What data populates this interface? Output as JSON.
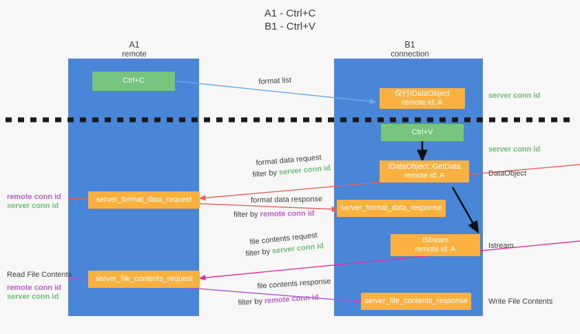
{
  "title": {
    "line1": "A1 - Ctrl+C",
    "line2": "B1 - Ctrl+V"
  },
  "lanes": [
    {
      "id": "a1",
      "name": "A1",
      "sub": "remote"
    },
    {
      "id": "b1",
      "name": "B1",
      "sub": "connection"
    }
  ],
  "boxes": {
    "ctrl_c": {
      "line1": "Ctrl+C",
      "line2": ""
    },
    "idataobject": {
      "line1": "仅行IDataObject",
      "line2": "remote id: A"
    },
    "ctrl_v": {
      "line1": "Ctrl+V",
      "line2": ""
    },
    "getdata": {
      "line1": "IDataObject::GetData",
      "line2": "remote id: A"
    },
    "fmt_req": {
      "line1": "server_format_data_request",
      "line2": ""
    },
    "fmt_resp": {
      "line1": "server_format_data_response",
      "line2": ""
    },
    "istream": {
      "line1": "IStream",
      "line2": "remote id: A"
    },
    "file_req": {
      "line1": "server_file_contents_request",
      "line2": ""
    },
    "file_resp": {
      "line1": "server_file_contents_response",
      "line2": ""
    }
  },
  "right_labels": {
    "server_conn_id_1": "server conn id",
    "server_conn_id_2": "server conn id",
    "dataobject": "DataObject",
    "istream": "Istream",
    "write_file_contents": "Write File Contents"
  },
  "left_labels": {
    "remote_conn_id_1": "remote conn id",
    "server_conn_id_1": "server conn id",
    "read_file_contents": "Read File Contents",
    "remote_conn_id_2": "remote conn id",
    "server_conn_id_2": "server conn id"
  },
  "edges": {
    "format_list": "format list",
    "fmt_req_l1": "format data request",
    "fmt_req_l2_prefix": "filter by ",
    "fmt_req_l2_value": "server conn id",
    "fmt_resp_l1": "format data response",
    "fmt_resp_l2_prefix": "filter by ",
    "fmt_resp_l2_value": "remote conn id",
    "file_req_l1": "file contents request",
    "file_req_l2_prefix": "filter by ",
    "file_req_l2_value": "server conn id",
    "file_resp_l1": "file contents response",
    "file_resp_l2_prefix": "filter by ",
    "file_resp_l2_value": "remote conn id"
  },
  "colors": {
    "lane": "#4a86d8",
    "green_box": "#76c47e",
    "orange_box": "#fbb040",
    "green_text": "#6fbf73",
    "purple_text": "#c15ed0",
    "arrow_blue": "#6aa9e9",
    "arrow_red": "#e8615a",
    "arrow_magenta": "#e0309a",
    "arrow_purple": "#a94fd0",
    "arrow_black": "#111111",
    "background": "#f7f7f7"
  }
}
